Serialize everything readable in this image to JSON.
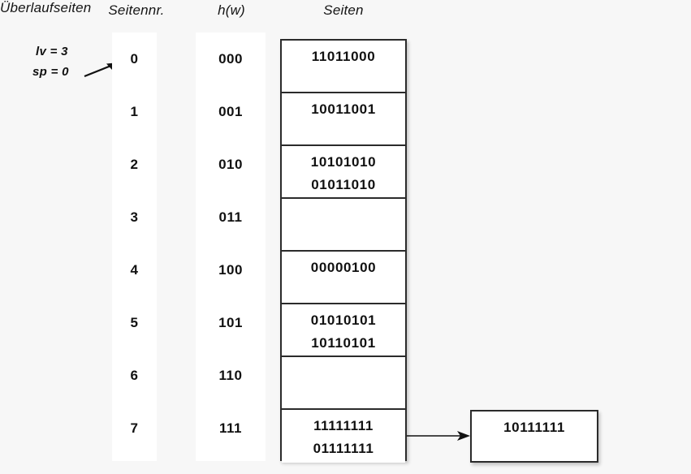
{
  "headers": {
    "seitennr": "Seitennr.",
    "hw": "h(w)",
    "seiten": "Seiten",
    "ueberlaufseiten": "Überlaufseiten"
  },
  "annotations": {
    "lv": "lv = 3",
    "sp": "sp = 0",
    "pointer_icon": "arrow-up-right-icon",
    "connector_icon": "arrow-right-icon"
  },
  "rows": [
    {
      "seitennr": "0",
      "hw": "000",
      "seiten": [
        "11011000"
      ],
      "overflow": []
    },
    {
      "seitennr": "1",
      "hw": "001",
      "seiten": [
        "10011001"
      ],
      "overflow": []
    },
    {
      "seitennr": "2",
      "hw": "010",
      "seiten": [
        "10101010",
        "01011010"
      ],
      "overflow": []
    },
    {
      "seitennr": "3",
      "hw": "011",
      "seiten": [],
      "overflow": []
    },
    {
      "seitennr": "4",
      "hw": "100",
      "seiten": [
        "00000100"
      ],
      "overflow": []
    },
    {
      "seitennr": "5",
      "hw": "101",
      "seiten": [
        "01010101",
        "10110101"
      ],
      "overflow": []
    },
    {
      "seitennr": "6",
      "hw": "110",
      "seiten": [],
      "overflow": []
    },
    {
      "seitennr": "7",
      "hw": "111",
      "seiten": [
        "11111111",
        "01111111"
      ],
      "overflow": [
        "10111111"
      ]
    }
  ],
  "overflow_page": {
    "lines": [
      "10111111"
    ]
  },
  "colors": {
    "background": "#f7f7f7",
    "band": "#ffffff",
    "stroke": "#2b2b2b",
    "text": "#111111"
  }
}
